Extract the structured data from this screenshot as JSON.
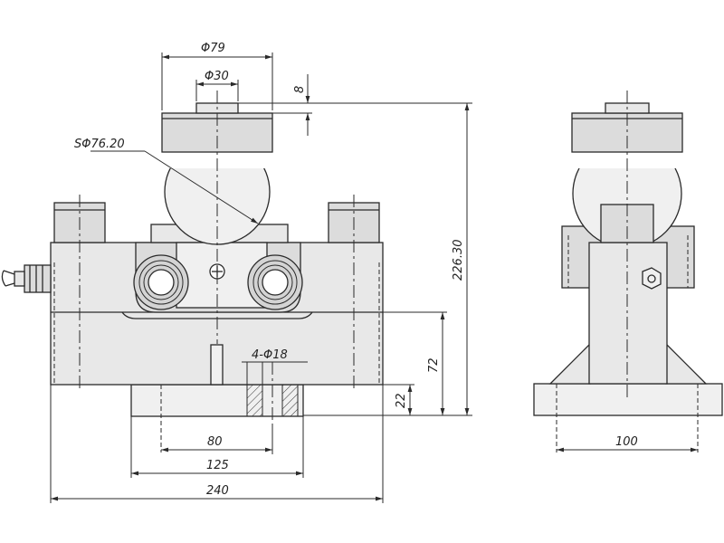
{
  "dimensions": {
    "top_block_diameter": "Φ79",
    "pin_diameter": "Φ30",
    "pin_height": "8",
    "ball_radius": "SΦ76.20",
    "total_height": "226.30",
    "base_height": "72",
    "plate_height": "22",
    "holes": "4-Φ18",
    "hole_spacing": "80",
    "plate_width": "125",
    "overall_length": "240",
    "side_width": "100"
  }
}
